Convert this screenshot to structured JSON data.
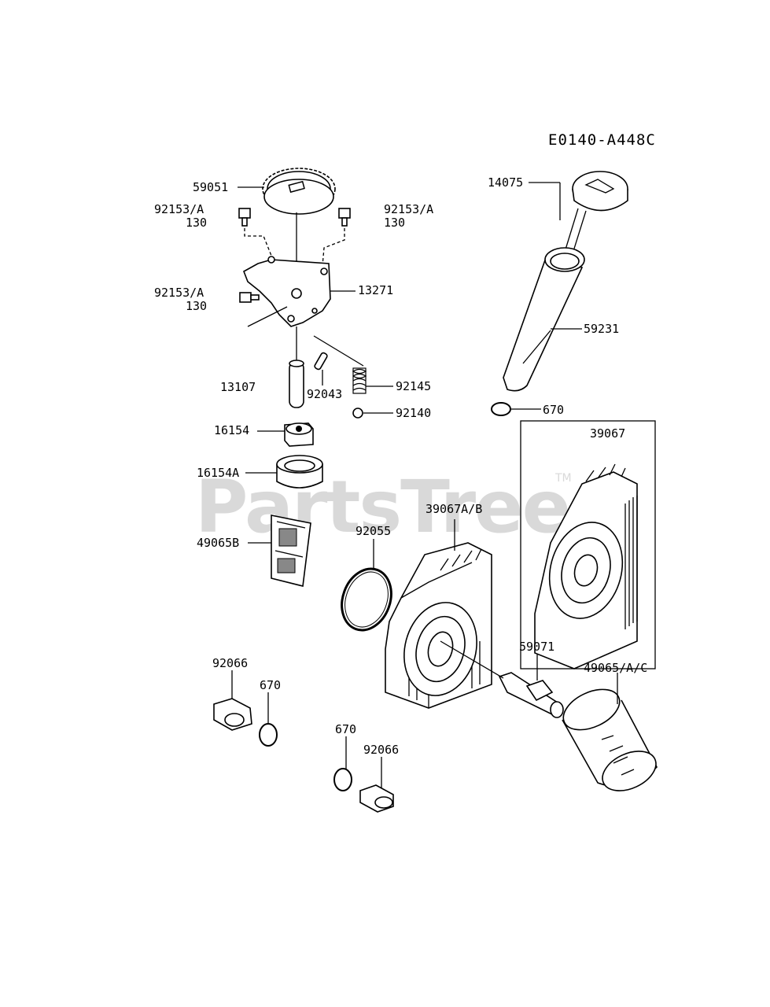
{
  "diagram_code": "E0140-A448C",
  "watermark": {
    "text": "PartsTree",
    "trademark": "TM"
  },
  "parts": [
    {
      "id": "p59051",
      "label": "59051"
    },
    {
      "id": "p92153a1",
      "label": "92153/A",
      "qty": "130"
    },
    {
      "id": "p92153a2",
      "label": "92153/A",
      "qty": "130"
    },
    {
      "id": "p92153a3",
      "label": "92153/A",
      "qty": "130"
    },
    {
      "id": "p13271",
      "label": "13271"
    },
    {
      "id": "p13107",
      "label": "13107"
    },
    {
      "id": "p92043",
      "label": "92043"
    },
    {
      "id": "p92145",
      "label": "92145"
    },
    {
      "id": "p92140",
      "label": "92140"
    },
    {
      "id": "p16154",
      "label": "16154"
    },
    {
      "id": "p16154a",
      "label": "16154A"
    },
    {
      "id": "p49065b",
      "label": "49065B"
    },
    {
      "id": "p92055",
      "label": "92055"
    },
    {
      "id": "p39067ab",
      "label": "39067A/B"
    },
    {
      "id": "p39067",
      "label": "39067"
    },
    {
      "id": "p14075",
      "label": "14075"
    },
    {
      "id": "p59231",
      "label": "59231"
    },
    {
      "id": "p670a",
      "label": "670"
    },
    {
      "id": "p670b",
      "label": "670"
    },
    {
      "id": "p670c",
      "label": "670"
    },
    {
      "id": "p92066a",
      "label": "92066"
    },
    {
      "id": "p92066b",
      "label": "92066"
    },
    {
      "id": "p59071",
      "label": "59071"
    },
    {
      "id": "p49065ac",
      "label": "49065/A/C"
    }
  ]
}
